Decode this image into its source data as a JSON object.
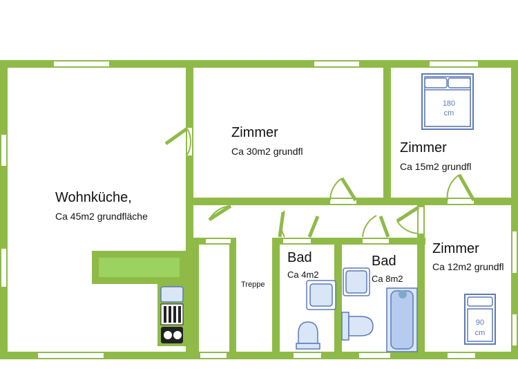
{
  "rooms": {
    "wohnkueche": {
      "name": "Wohnküche,",
      "area": "Ca 45m2 grundfläche"
    },
    "zimmer1": {
      "name": "Zimmer",
      "area": "Ca 30m2  grundfl"
    },
    "zimmer2": {
      "name": "Zimmer",
      "area": "Ca 15m2  grundfl"
    },
    "zimmer3": {
      "name": "Zimmer",
      "area": "Ca 12m2  grundfl"
    },
    "bad1": {
      "name": "Bad",
      "area": "Ca 4m2"
    },
    "bad2": {
      "name": "Bad",
      "area": "Ca 8m2"
    },
    "treppe": {
      "name": "Treppe"
    }
  },
  "beds": {
    "double": {
      "width": "180",
      "unit": "cm"
    },
    "single": {
      "width": "90",
      "unit": "cm"
    }
  },
  "colors": {
    "wall": "#8fba48",
    "counter": "#9bd260",
    "fixture_stroke": "#5b78b8",
    "fixture_fill": "#d8e6f6",
    "window": "#ffffff"
  }
}
